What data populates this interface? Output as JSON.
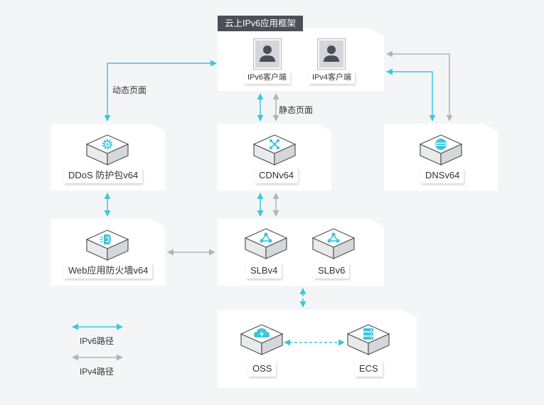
{
  "title": "云上IPv6应用框架",
  "clients": {
    "ipv6": "IPv6客户端",
    "ipv4": "IPv4客户端"
  },
  "nodes": {
    "ddos": "DDoS 防护包v64",
    "cdn": "CDNv64",
    "dns": "DNSv64",
    "waf": "Web应用防火墙v64",
    "slbv4": "SLBv4",
    "slbv6": "SLBv6",
    "oss": "OSS",
    "ecs": "ECS"
  },
  "annotations": {
    "dynamic": "动态页面",
    "static": "静态页面"
  },
  "legend": {
    "ipv6": "IPv6路径",
    "ipv4": "IPv4路径"
  },
  "colors": {
    "ipv6_path": "#3cc6dc",
    "ipv4_path": "#b4b4b4",
    "badge": "#4a4f58"
  },
  "icons": {
    "ddos": "gear-icon",
    "cdn": "network-icon",
    "dns": "dns-icon",
    "waf": "shield-icon",
    "slb": "load-balancer-icon",
    "oss": "cloud-icon",
    "ecs": "server-icon",
    "client": "user-icon"
  }
}
